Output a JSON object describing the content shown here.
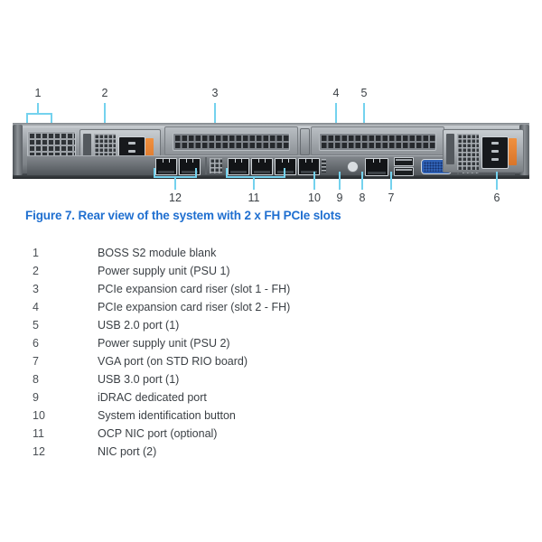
{
  "figure": {
    "caption": "Figure 7. Rear view of the system with 2 x FH PCIe slots",
    "caption_color": "#1f6fd0",
    "callout_line_color": "#74d2ee"
  },
  "callouts_top": [
    {
      "number": "1",
      "target": "boss-s2-module-blank"
    },
    {
      "number": "2",
      "target": "power-supply-unit-1"
    },
    {
      "number": "3",
      "target": "pcie-riser-slot-1"
    },
    {
      "number": "4",
      "target": "pcie-riser-slot-2"
    },
    {
      "number": "5",
      "target": "usb-2-0-port"
    }
  ],
  "callouts_bottom": [
    {
      "number": "12",
      "target": "nic-ports"
    },
    {
      "number": "11",
      "target": "ocp-nic-ports"
    },
    {
      "number": "10",
      "target": "system-identification-button"
    },
    {
      "number": "9",
      "target": "idrac-dedicated-port"
    },
    {
      "number": "8",
      "target": "usb-3-0-port"
    },
    {
      "number": "7",
      "target": "vga-port"
    },
    {
      "number": "6",
      "target": "power-supply-unit-2"
    }
  ],
  "legend": [
    {
      "number": "1",
      "label": "BOSS S2 module blank"
    },
    {
      "number": "2",
      "label": "Power supply unit (PSU 1)"
    },
    {
      "number": "3",
      "label": "PCIe expansion card riser  (slot 1 - FH)"
    },
    {
      "number": "4",
      "label": "PCIe expansion card riser  (slot 2 - FH)"
    },
    {
      "number": "5",
      "label": "USB 2.0 port (1)"
    },
    {
      "number": "6",
      "label": "Power supply unit (PSU 2)"
    },
    {
      "number": "7",
      "label": "VGA port (on STD RIO board)"
    },
    {
      "number": "8",
      "label": "USB 3.0 port (1)"
    },
    {
      "number": "9",
      "label": "iDRAC dedicated port"
    },
    {
      "number": "10",
      "label": "System identification button"
    },
    {
      "number": "11",
      "label": "OCP NIC port (optional)"
    },
    {
      "number": "12",
      "label": "NIC port (2)"
    }
  ],
  "hardware": {
    "chassis_color": "#8f9499",
    "psu_handle_color": "#e8883a",
    "vga_color": "#2f61b4",
    "port_color": "#121417"
  }
}
